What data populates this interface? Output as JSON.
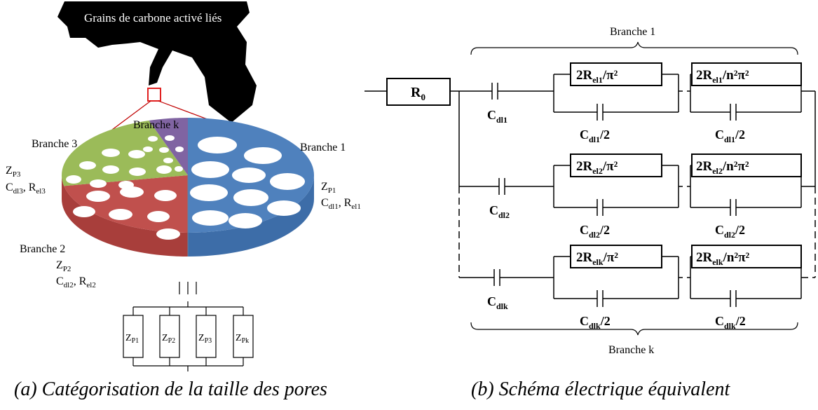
{
  "left": {
    "grain_label": "Grains de carbone activé liés",
    "branch_k": "Branche k",
    "branch_1": "Branche 1",
    "branch_2": "Branche 2",
    "branch_3": "Branche 3",
    "zp1": {
      "sym": "Z",
      "sub": "P1"
    },
    "zp2": {
      "sym": "Z",
      "sub": "P2"
    },
    "zp3": {
      "sym": "Z",
      "sub": "P3"
    },
    "b1_params": {
      "c": "C",
      "c_sub": "dl1",
      "sep": ", ",
      "r": "R",
      "r_sub": "el1"
    },
    "b2_params": {
      "c": "C",
      "c_sub": "dl2",
      "sep": ", ",
      "r": "R",
      "r_sub": "el2"
    },
    "b3_params": {
      "c": "C",
      "c_sub": "dl3",
      "sep": ", ",
      "r": "R",
      "r_sub": "el3"
    },
    "boxes": [
      {
        "sym": "Z",
        "sub": "P1"
      },
      {
        "sym": "Z",
        "sub": "P2"
      },
      {
        "sym": "Z",
        "sub": "P3"
      },
      {
        "sym": "Z",
        "sub": "Pk"
      }
    ],
    "colors": {
      "blue": "#4f81bd",
      "red": "#c0504d",
      "green": "#9bbb59",
      "purple": "#8064a2",
      "marker": "#e02020"
    }
  },
  "right": {
    "branche1_label": "Branche 1",
    "branchek_label": "Branche k",
    "r0": {
      "sym": "R",
      "sub": "0"
    },
    "rows": [
      {
        "c_series": {
          "sym": "C",
          "sub": "dl1"
        },
        "r_a": {
          "pre": "2R",
          "sub": "el1",
          "post": "/π²"
        },
        "r_b": {
          "pre": "2R",
          "sub": "el1",
          "post": "/n²π²"
        },
        "c_half": {
          "sym": "C",
          "sub": "dl1",
          "post": "/2"
        }
      },
      {
        "c_series": {
          "sym": "C",
          "sub": "dl2"
        },
        "r_a": {
          "pre": "2R",
          "sub": "el2",
          "post": "/π²"
        },
        "r_b": {
          "pre": "2R",
          "sub": "el2",
          "post": "/n²π²"
        },
        "c_half": {
          "sym": "C",
          "sub": "dl2",
          "post": "/2"
        }
      },
      {
        "c_series": {
          "sym": "C",
          "sub": "dlk"
        },
        "r_a": {
          "pre": "2R",
          "sub": "elk",
          "post": "/π²"
        },
        "r_b": {
          "pre": "2R",
          "sub": "elk",
          "post": "/n²π²"
        },
        "c_half": {
          "sym": "C",
          "sub": "dlk",
          "post": "/2"
        }
      }
    ]
  },
  "captions": {
    "a": "(a) Catégorisation de la taille des pores",
    "b": "(b) Schéma électrique équivalent"
  }
}
